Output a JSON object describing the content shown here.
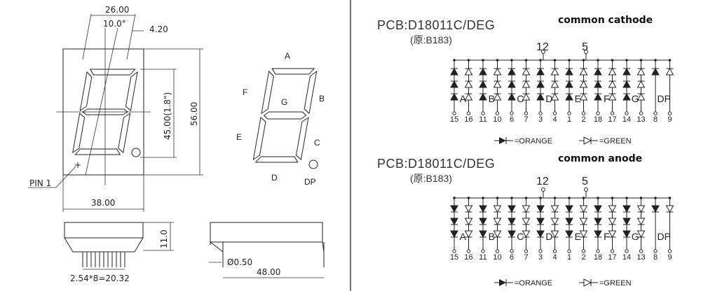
{
  "drawing": {
    "dims": {
      "overall_width": "26.00",
      "angle": "10.0°",
      "digit_offset": "4.20",
      "digit_height": "45.00(1.8\")",
      "total_height": "56.00",
      "body_width": "38.00",
      "pin1_label": "PIN 1",
      "plus_mark": "+",
      "side_height": "11.0",
      "pin_pitch": "2.54*8=20.32",
      "pin_diameter": "Ø0.50",
      "side_width": "48.00"
    },
    "segments": [
      "A",
      "B",
      "C",
      "D",
      "E",
      "F",
      "G",
      "DP"
    ]
  },
  "schematic_top": {
    "pcb": "PCB:D18011C/DEG",
    "sub": "(原:B183)",
    "title": "common cathode",
    "common_pins": [
      "12",
      "5"
    ],
    "segment_letters": [
      "A",
      "B",
      "C",
      "D",
      "E",
      "F",
      "G",
      "DP"
    ],
    "pin_numbers": [
      "15",
      "16",
      "11",
      "10",
      "6",
      "7",
      "3",
      "4",
      "1",
      "2",
      "18",
      "17",
      "14",
      "13",
      "8",
      "9"
    ],
    "legend_orange": "=ORANGE",
    "legend_green": "=GREEN"
  },
  "schematic_bottom": {
    "pcb": "PCB:D18011C/DEG",
    "sub": "(原:B183)",
    "title": "common anode",
    "common_pins": [
      "12",
      "5"
    ],
    "segment_letters": [
      "A",
      "B",
      "C",
      "D",
      "E",
      "F",
      "G",
      "DP"
    ],
    "pin_numbers": [
      "15",
      "16",
      "11",
      "10",
      "6",
      "7",
      "3",
      "4",
      "1",
      "2",
      "18",
      "17",
      "14",
      "13",
      "8",
      "9"
    ],
    "legend_orange": "=ORANGE",
    "legend_green": "=GREEN"
  }
}
